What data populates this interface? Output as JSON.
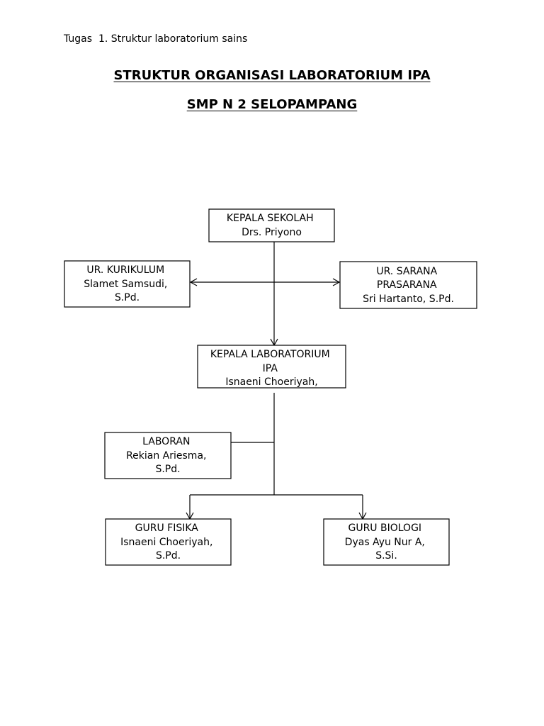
{
  "header_note": "Tugas  1. Struktur laboratorium sains",
  "title_line1": "STRUKTUR ORGANISASI LABORATORIUM IPA",
  "title_line2": "SMP N 2 SELOPAMPANG",
  "org_chart": {
    "nodes": [
      {
        "id": "kepala-sekolah",
        "lines": [
          "KEPALA SEKOLAH",
          "Drs. Priyono"
        ]
      },
      {
        "id": "ur-kurikulum",
        "lines": [
          "UR. KURIKULUM",
          "Slamet Samsudi,",
          "S.Pd."
        ]
      },
      {
        "id": "ur-sarana-prasarana",
        "lines": [
          "UR. SARANA",
          "PRASARANA",
          "Sri Hartanto, S.Pd."
        ]
      },
      {
        "id": "kepala-laboratorium",
        "lines": [
          "KEPALA LABORATORIUM",
          "IPA",
          "Isnaeni Choeriyah,"
        ]
      },
      {
        "id": "laboran",
        "lines": [
          "LABORAN",
          "Rekian Ariesma,",
          "S.Pd."
        ]
      },
      {
        "id": "guru-fisika",
        "lines": [
          "GURU FISIKA",
          "Isnaeni Choeriyah,",
          "S.Pd."
        ]
      },
      {
        "id": "guru-biologi",
        "lines": [
          "GURU BIOLOGI",
          "Dyas Ayu Nur A,",
          "S.Si."
        ]
      }
    ],
    "edges": [
      {
        "from": "kepala-sekolah",
        "to": "kepala-laboratorium",
        "arrow": "end"
      },
      {
        "from": "kepala-sekolah",
        "to": "ur-kurikulum",
        "arrow": "end"
      },
      {
        "from": "kepala-sekolah",
        "to": "ur-sarana-prasarana",
        "arrow": "end"
      },
      {
        "from": "kepala-laboratorium",
        "to": "laboran",
        "arrow": "none"
      },
      {
        "from": "kepala-laboratorium",
        "to": "guru-fisika",
        "arrow": "end"
      },
      {
        "from": "kepala-laboratorium",
        "to": "guru-biologi",
        "arrow": "end"
      }
    ]
  }
}
